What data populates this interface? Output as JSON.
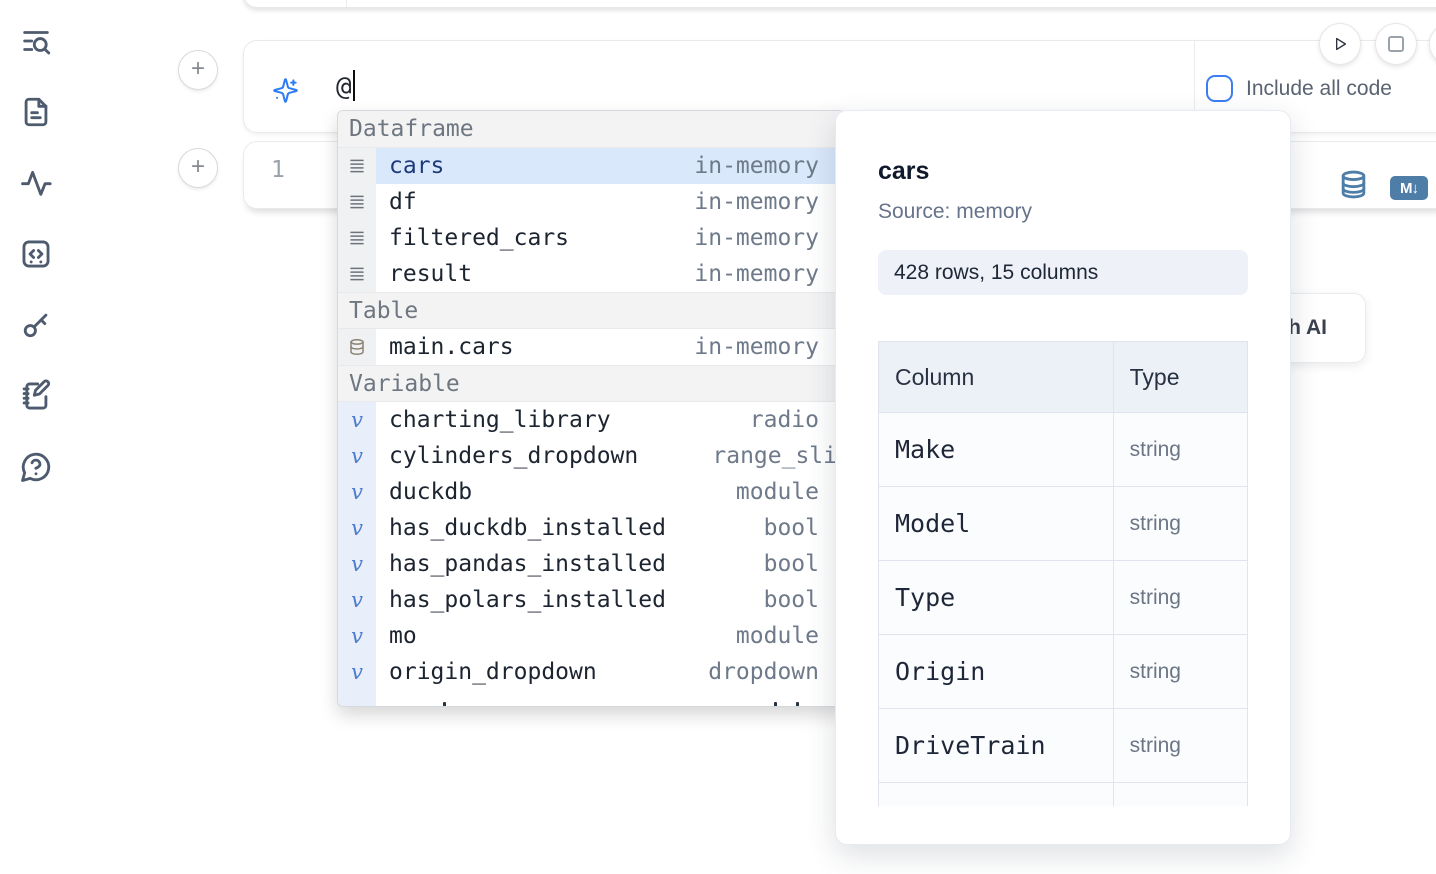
{
  "sidebar": {
    "items": [
      {
        "icon": "list-search-icon"
      },
      {
        "icon": "file-text-icon"
      },
      {
        "icon": "activity-icon"
      },
      {
        "icon": "code-cell-icon"
      },
      {
        "icon": "key-icon"
      },
      {
        "icon": "notebook-pen-icon"
      },
      {
        "icon": "help-chat-icon"
      }
    ]
  },
  "add_cell_buttons": {
    "top_label": "+",
    "bottom_label": "+"
  },
  "ai_prompt": {
    "value": "@",
    "include_checkbox_label": "Include all code",
    "include_checked": false
  },
  "run_controls": {
    "icons": [
      "play-icon",
      "stop-icon"
    ]
  },
  "code_cell": {
    "line_number": "1",
    "markdown_badge_label": "M↓"
  },
  "autocomplete": {
    "sections": [
      {
        "title": "Dataframe",
        "items": [
          {
            "label": "cars",
            "detail": "in-memory",
            "icon": "rows-icon",
            "selected": true
          },
          {
            "label": "df",
            "detail": "in-memory",
            "icon": "rows-icon",
            "selected": false
          },
          {
            "label": "filtered_cars",
            "detail": "in-memory",
            "icon": "rows-icon",
            "selected": false
          },
          {
            "label": "result",
            "detail": "in-memory",
            "icon": "rows-icon",
            "selected": false
          }
        ]
      },
      {
        "title": "Table",
        "items": [
          {
            "label": "main.cars",
            "detail": "in-memory",
            "icon": "database-small-icon",
            "selected": false
          }
        ]
      },
      {
        "title": "Variable",
        "items": [
          {
            "label": "charting_library",
            "detail": "radio",
            "icon": "variable-icon",
            "selected": false
          },
          {
            "label": "cylinders_dropdown",
            "detail": "range_sli",
            "icon": "variable-icon",
            "selected": false,
            "detail_clipped": true
          },
          {
            "label": "duckdb",
            "detail": "module",
            "icon": "variable-icon",
            "selected": false
          },
          {
            "label": "has_duckdb_installed",
            "detail": "bool",
            "icon": "variable-icon",
            "selected": false
          },
          {
            "label": "has_pandas_installed",
            "detail": "bool",
            "icon": "variable-icon",
            "selected": false
          },
          {
            "label": "has_polars_installed",
            "detail": "bool",
            "icon": "variable-icon",
            "selected": false
          },
          {
            "label": "mo",
            "detail": "module",
            "icon": "variable-icon",
            "selected": false
          },
          {
            "label": "origin_dropdown",
            "detail": "dropdown",
            "icon": "variable-icon",
            "selected": false
          }
        ]
      }
    ]
  },
  "popup": {
    "title": "cars",
    "source": "Source: memory",
    "shape": "428 rows, 15 columns",
    "table": {
      "headers": [
        "Column",
        "Type"
      ],
      "rows": [
        [
          "Make",
          "string"
        ],
        [
          "Model",
          "string"
        ],
        [
          "Type",
          "string"
        ],
        [
          "Origin",
          "string"
        ],
        [
          "DriveTrain",
          "string"
        ]
      ]
    }
  },
  "generate_ai_button": {
    "label": "Generate with AI"
  }
}
